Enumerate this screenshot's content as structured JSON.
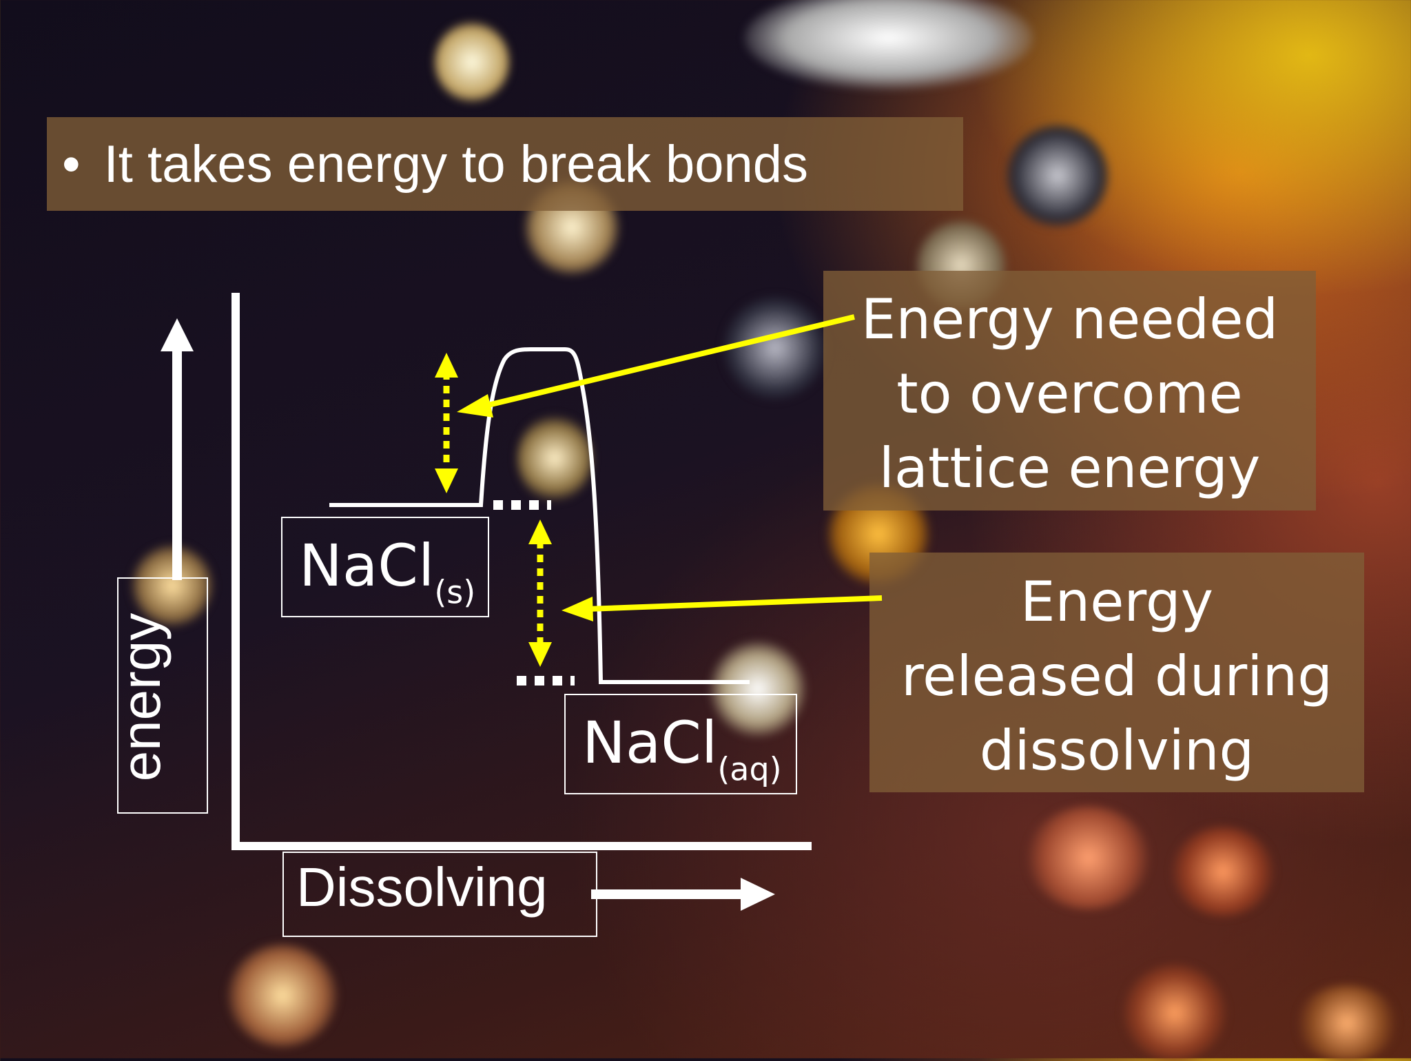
{
  "slide": {
    "bullet": "•",
    "title": "It takes energy to break bonds"
  },
  "diagram": {
    "y_axis_label": "energy",
    "x_axis_label": "Dissolving",
    "start_state": {
      "formula": "NaCl",
      "state": "(s)"
    },
    "end_state": {
      "formula": "NaCl",
      "state": "(aq)"
    },
    "callouts": [
      {
        "lines": [
          "Energy needed",
          "to overcome",
          "lattice energy"
        ]
      },
      {
        "lines": [
          "Energy",
          "released during",
          "dissolving"
        ]
      }
    ],
    "colors": {
      "lines": "#ffffff",
      "arrows": "#ffff00",
      "panel": "#805e37"
    }
  }
}
